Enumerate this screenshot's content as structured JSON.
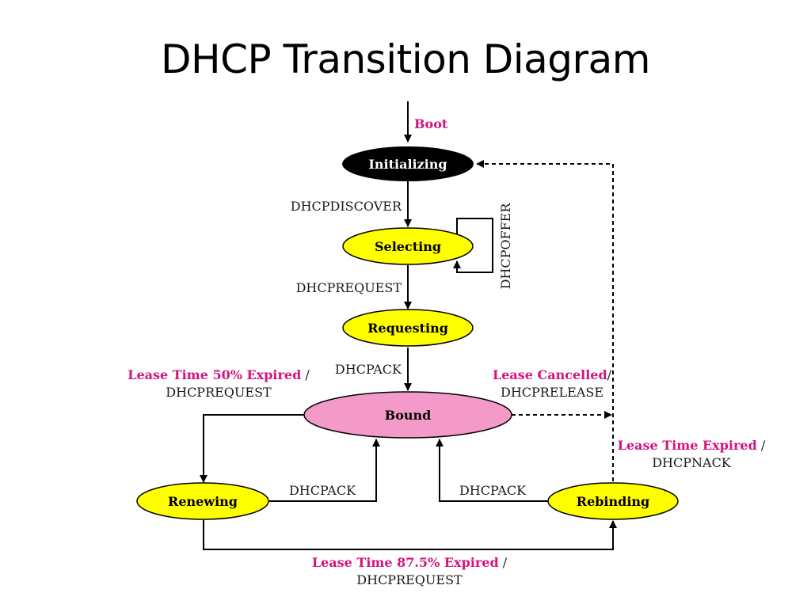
{
  "title": "DHCP Transition Diagram",
  "colors": {
    "highlight": "#d5127e",
    "state_yellow": "#ffff00",
    "state_pink": "#f49ac8",
    "state_black": "#000000",
    "line": "#000000"
  },
  "states": {
    "initializing": "Initializing",
    "selecting": "Selecting",
    "requesting": "Requesting",
    "bound": "Bound",
    "renewing": "Renewing",
    "rebinding": "Rebinding"
  },
  "labels": {
    "boot": "Boot",
    "dhcpdiscover": "DHCPDISCOVER",
    "dhcpoffer": "DHCPOFFER",
    "dhcprequest_select": "DHCPREQUEST",
    "dhcpack_request": "DHCPACK",
    "lease50": {
      "event": "Lease Time 50% Expired",
      "sep": " /",
      "msg": "DHCPREQUEST"
    },
    "cancelled": {
      "event": "Lease Cancelled",
      "sep": "/",
      "msg": "DHCPRELEASE"
    },
    "expired": {
      "event": "Lease Time Expired",
      "sep": " /",
      "msg": "DHCPNACK"
    },
    "dhcpack_renew": "DHCPACK",
    "dhcpack_rebind": "DHCPACK",
    "lease875": {
      "event": "Lease Time 87.5% Expired",
      "sep": " /",
      "msg": "DHCPREQUEST"
    }
  }
}
